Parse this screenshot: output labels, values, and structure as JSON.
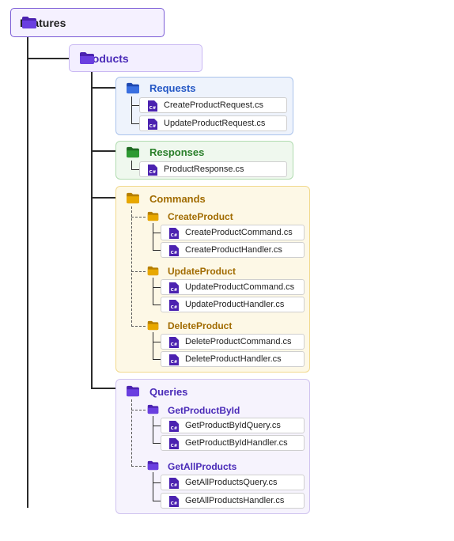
{
  "root": {
    "label": "Features",
    "icon": "folder-icon"
  },
  "products": {
    "label": "Products",
    "icon": "folder-icon"
  },
  "requests": {
    "label": "Requests",
    "color": "#2457c5",
    "files": [
      "CreateProductRequest.cs",
      "UpdateProductRequest.cs"
    ]
  },
  "responses": {
    "label": "Responses",
    "color": "#2a7f2a",
    "files": [
      "ProductResponse.cs"
    ]
  },
  "commands": {
    "label": "Commands",
    "color": "#a16b00",
    "subfolders": [
      {
        "label": "CreateProduct",
        "files": [
          "CreateProductCommand.cs",
          "CreateProductHandler.cs"
        ]
      },
      {
        "label": "UpdateProduct",
        "files": [
          "UpdateProductCommand.cs",
          "UpdateProductHandler.cs"
        ]
      },
      {
        "label": "DeleteProduct",
        "files": [
          "DeleteProductCommand.cs",
          "DeleteProductHandler.cs"
        ]
      }
    ]
  },
  "queries": {
    "label": "Queries",
    "color": "#4a2bb8",
    "subfolders": [
      {
        "label": "GetProductById",
        "files": [
          "GetProductByIdQuery.cs",
          "GetProductByIdHandler.cs"
        ]
      },
      {
        "label": "GetAllProducts",
        "files": [
          "GetAllProductsQuery.cs",
          "GetAllProductsHandler.cs"
        ]
      }
    ]
  },
  "file_icon": {
    "name": "csharp-file-icon",
    "text": "C#"
  }
}
